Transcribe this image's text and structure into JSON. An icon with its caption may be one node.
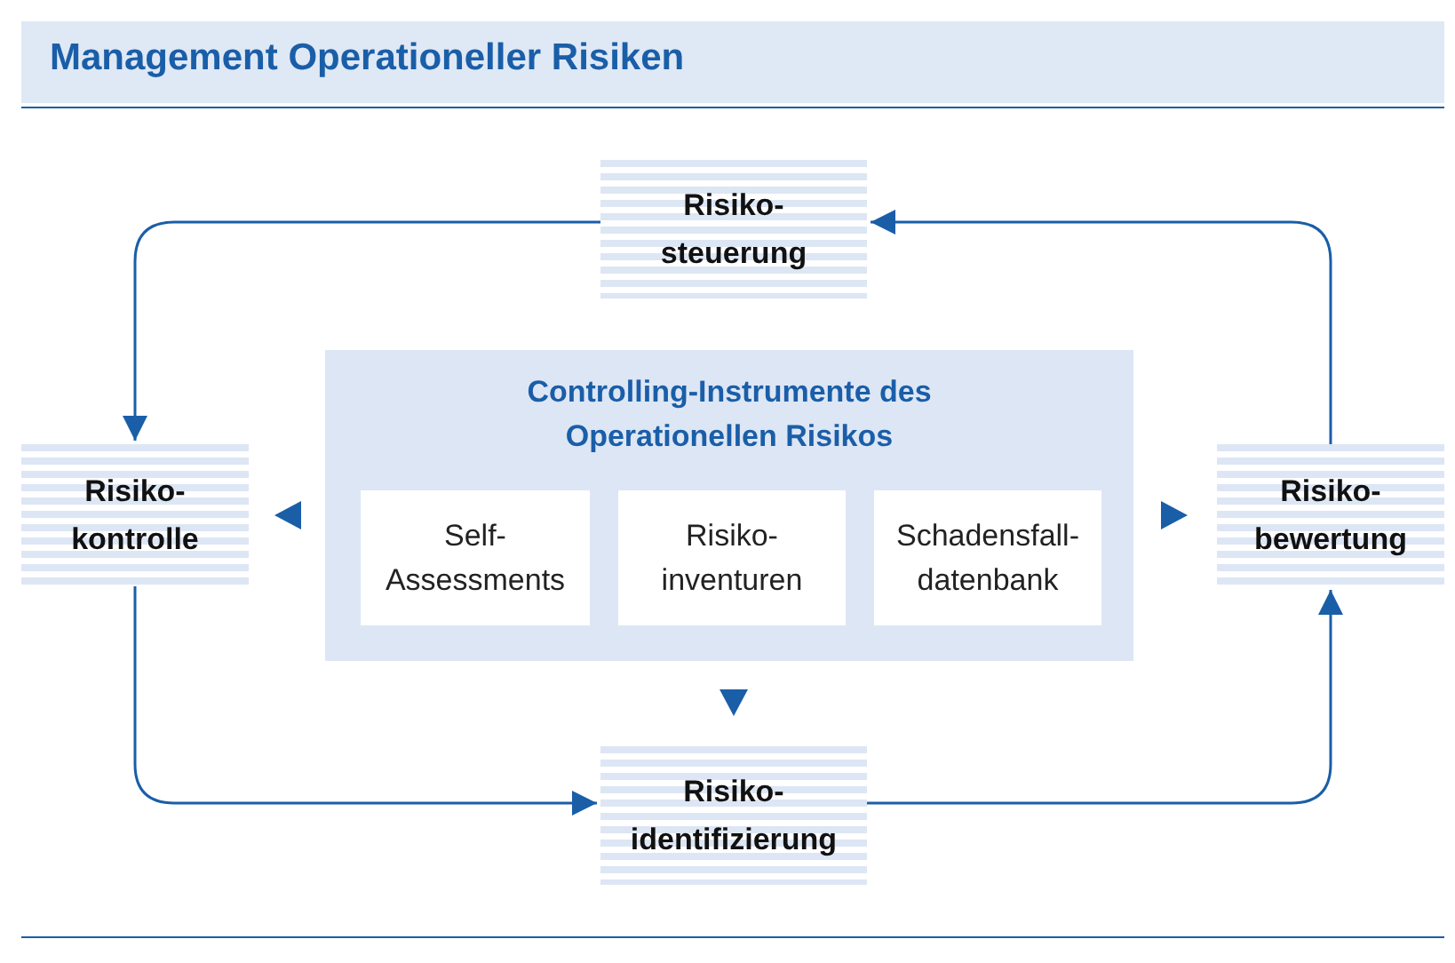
{
  "diagram": {
    "title": "Management Operationeller Risiken",
    "nodes": [
      {
        "text": [
          "Risiko- steuerung"
        ]
      },
      {
        "text": [
          "Risiko- kontrolle"
        ]
      },
      {
        "text": [
          "Controlling-Instrumente des Operationellen Risikos"
        ]
      },
      {
        "text": [
          "Self- Assessments"
        ],
        "in": 2
      },
      {
        "text": [
          "Risiko- inventuren"
        ],
        "in": 2
      },
      {
        "text": [
          "Schadensfall- datenbank"
        ],
        "in": 2
      },
      {
        "text": [
          "Risiko- bewertung"
        ]
      },
      {
        "text": [
          "Risiko- identifizierung"
        ]
      }
    ],
    "edges": [
      {
        "from": 0,
        "to": 1,
        "arrow": "to"
      },
      {
        "from": 2,
        "to": 1,
        "arrow": "to"
      },
      {
        "from": 2,
        "to": 6,
        "arrow": "to"
      },
      {
        "from": 2,
        "to": 7,
        "arrow": "to"
      },
      {
        "from": 1,
        "to": 7,
        "arrow": "to"
      },
      {
        "from": 7,
        "to": 6,
        "arrow": "to"
      },
      {
        "from": 6,
        "to": 0,
        "arrow": "to"
      }
    ]
  }
}
